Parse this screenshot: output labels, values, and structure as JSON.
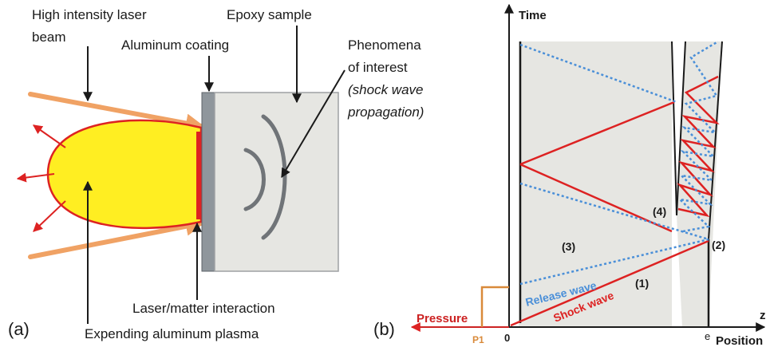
{
  "panel_a": {
    "label": "(a)",
    "laser_beam": [
      "High intensity laser",
      "beam"
    ],
    "aluminum_coating": "Aluminum coating",
    "epoxy_sample": "Epoxy sample",
    "phenomena": [
      "Phenomena",
      "of interest"
    ],
    "phenomena_italic": [
      "(shock wave",
      "propagation)"
    ],
    "interaction": "Laser/matter interaction",
    "plasma": "Expending aluminum plasma"
  },
  "panel_b": {
    "label": "(b)",
    "time_axis": "Time",
    "position_axis": "Position",
    "pressure_axis": "Pressure",
    "z_label": "z",
    "origin": "0",
    "e_label": "e",
    "p1_label": "P1",
    "release_wave": "Release wave",
    "shock_wave": "Shock wave",
    "marker_1": "(1)",
    "marker_2": "(2)",
    "marker_3": "(3)",
    "marker_4": "(4)"
  },
  "colors": {
    "shock": "#dd2222",
    "release": "#4a8fd8",
    "laser": "#f0a264",
    "plasma_fill": "#ffee22",
    "sample_fill": "#e6e6e2",
    "pressure_text": "#cc2222",
    "p1_text": "#d98a3a"
  }
}
